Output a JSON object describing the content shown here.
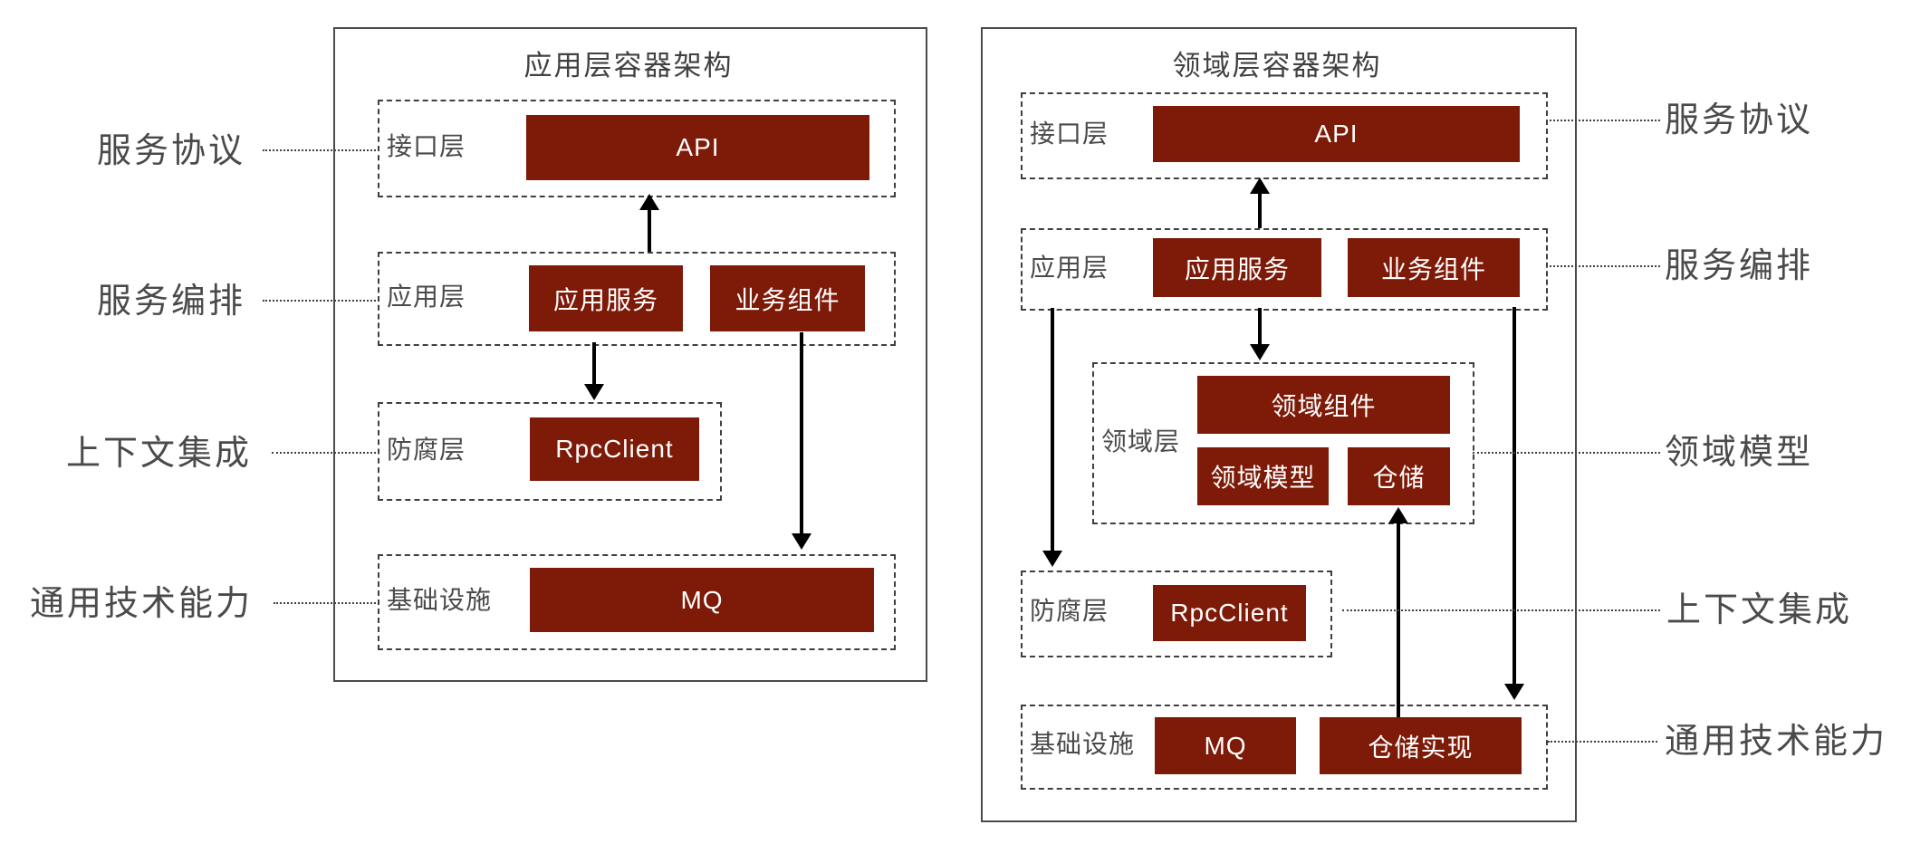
{
  "colors": {
    "box_red": "#7d1a08",
    "box_text": "#ffffff",
    "line_gray": "#3f3f3f",
    "label_gray": "#4a4a4a",
    "arrow_black": "#000000"
  },
  "left_diagram": {
    "title": "应用层容器架构",
    "layers": {
      "interface": {
        "name": "接口层",
        "box": "API"
      },
      "application": {
        "name": "应用层",
        "box1": "应用服务",
        "box2": "业务组件"
      },
      "acl": {
        "name": "防腐层",
        "box": "RpcClient"
      },
      "infra": {
        "name": "基础设施",
        "box": "MQ"
      }
    },
    "labels": {
      "protocol": "服务协议",
      "orchestration": "服务编排",
      "context": "上下文集成",
      "tech": "通用技术能力"
    }
  },
  "right_diagram": {
    "title": "领域层容器架构",
    "layers": {
      "interface": {
        "name": "接口层",
        "box": "API"
      },
      "application": {
        "name": "应用层",
        "box1": "应用服务",
        "box2": "业务组件"
      },
      "domain": {
        "name": "领域层",
        "box1": "领域组件",
        "box2": "领域模型",
        "box3": "仓储"
      },
      "acl": {
        "name": "防腐层",
        "box": "RpcClient"
      },
      "infra": {
        "name": "基础设施",
        "box1": "MQ",
        "box2": "仓储实现"
      }
    },
    "labels": {
      "protocol": "服务协议",
      "orchestration": "服务编排",
      "domain_model": "领域模型",
      "context": "上下文集成",
      "tech": "通用技术能力"
    }
  }
}
